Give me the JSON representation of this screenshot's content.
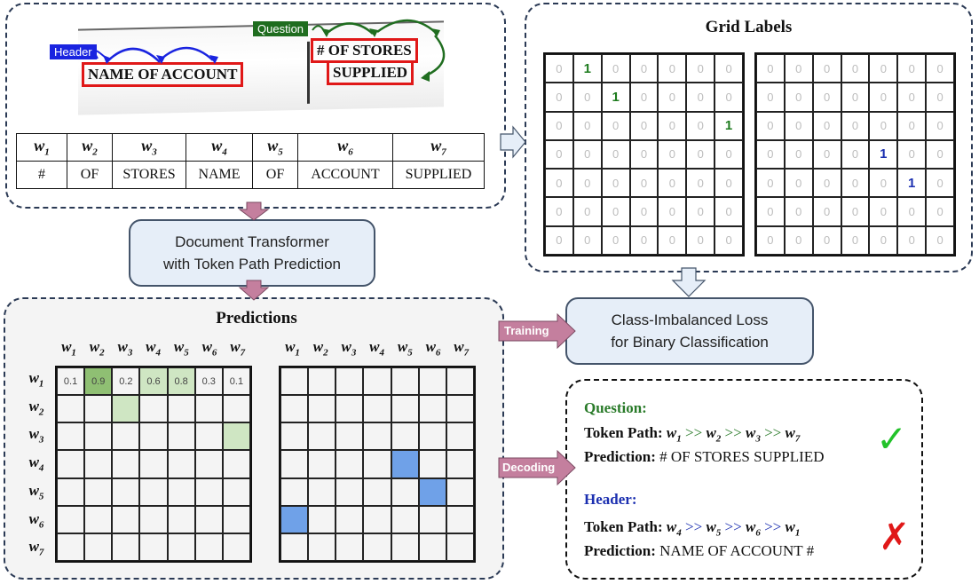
{
  "document": {
    "header_tag": "Header",
    "question_tag": "Question",
    "header_text": "NAME OF ACCOUNT",
    "question_line1": "# OF STORES",
    "question_line2": "SUPPLIED"
  },
  "words": {
    "headers": [
      "w1",
      "w2",
      "w3",
      "w4",
      "w5",
      "w6",
      "w7"
    ],
    "values": [
      "#",
      "OF",
      "STORES",
      "NAME",
      "OF",
      "ACCOUNT",
      "SUPPLIED"
    ]
  },
  "grid_labels": {
    "title": "Grid Labels",
    "left": [
      [
        "0",
        "1",
        "0",
        "0",
        "0",
        "0",
        "0"
      ],
      [
        "0",
        "0",
        "1",
        "0",
        "0",
        "0",
        "0"
      ],
      [
        "0",
        "0",
        "0",
        "0",
        "0",
        "0",
        "1"
      ],
      [
        "0",
        "0",
        "0",
        "0",
        "0",
        "0",
        "0"
      ],
      [
        "0",
        "0",
        "0",
        "0",
        "0",
        "0",
        "0"
      ],
      [
        "0",
        "0",
        "0",
        "0",
        "0",
        "0",
        "0"
      ],
      [
        "0",
        "0",
        "0",
        "0",
        "0",
        "0",
        "0"
      ]
    ],
    "right": [
      [
        "0",
        "0",
        "0",
        "0",
        "0",
        "0",
        "0"
      ],
      [
        "0",
        "0",
        "0",
        "0",
        "0",
        "0",
        "0"
      ],
      [
        "0",
        "0",
        "0",
        "0",
        "0",
        "0",
        "0"
      ],
      [
        "0",
        "0",
        "0",
        "0",
        "1",
        "0",
        "0"
      ],
      [
        "0",
        "0",
        "0",
        "0",
        "0",
        "1",
        "0"
      ],
      [
        "0",
        "0",
        "0",
        "0",
        "0",
        "0",
        "0"
      ],
      [
        "0",
        "0",
        "0",
        "0",
        "0",
        "0",
        "0"
      ]
    ]
  },
  "transformer": {
    "line1": "Document Transformer",
    "line2": "with Token Path Prediction"
  },
  "loss": {
    "line1": "Class-Imbalanced Loss",
    "line2": "for Binary Classification"
  },
  "arrows": {
    "training": "Training",
    "decoding": "Decoding"
  },
  "predictions": {
    "title": "Predictions",
    "col_headers": [
      "w1",
      "w2",
      "w3",
      "w4",
      "w5",
      "w6",
      "w7"
    ],
    "row_headers": [
      "w1",
      "w2",
      "w3",
      "w4",
      "w5",
      "w6",
      "w7"
    ],
    "first_row_probs": [
      "0.1",
      "0.9",
      "0.2",
      "0.6",
      "0.8",
      "0.3",
      "0.1"
    ],
    "colors": {
      "strong_green": "#8fbf73",
      "light_green": "#cfe6c3",
      "blue": "#6fa1e8"
    }
  },
  "decoding": {
    "question_label": "Question:",
    "header_label": "Header:",
    "token_path_label": "Token Path:",
    "prediction_label": "Prediction:",
    "question_path": [
      "w1",
      "w2",
      "w3",
      "w7"
    ],
    "header_path": [
      "w4",
      "w5",
      "w6",
      "w1"
    ],
    "question_prediction": "# OF STORES SUPPLIED",
    "header_prediction": "NAME OF ACCOUNT #",
    "check": "✓",
    "cross": "✗"
  }
}
